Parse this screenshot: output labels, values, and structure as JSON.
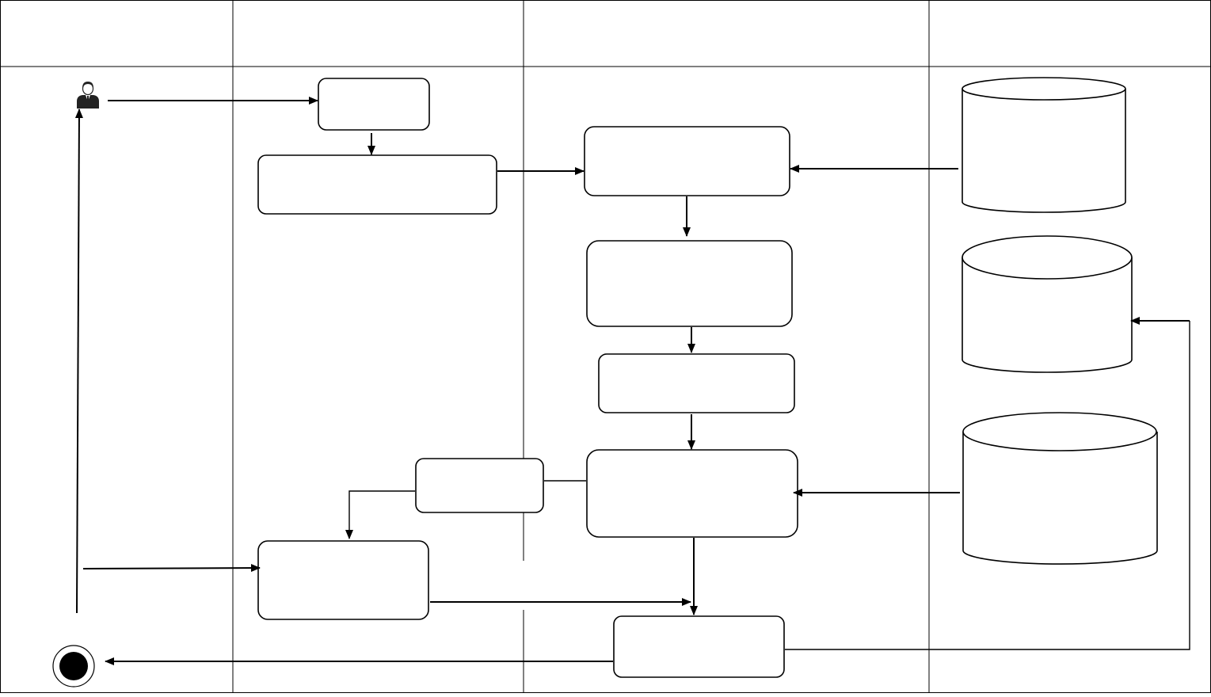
{
  "diagram": {
    "type": "activity-swimlane",
    "lanes": [
      {
        "id": "lane-1",
        "header": ""
      },
      {
        "id": "lane-2",
        "header": ""
      },
      {
        "id": "lane-3",
        "header": ""
      },
      {
        "id": "lane-4",
        "header": ""
      }
    ],
    "actor": {
      "icon": "user-icon"
    },
    "final_node": {
      "icon": "final-node-icon"
    },
    "nodes": [
      {
        "id": "n1",
        "label": "",
        "shape": "rounded-rect"
      },
      {
        "id": "n2",
        "label": "",
        "shape": "rounded-rect"
      },
      {
        "id": "n3",
        "label": "",
        "shape": "rounded-rect"
      },
      {
        "id": "n4",
        "label": "",
        "shape": "rounded-rect"
      },
      {
        "id": "n5",
        "label": "",
        "shape": "rounded-rect"
      },
      {
        "id": "n6",
        "label": "",
        "shape": "rounded-rect"
      },
      {
        "id": "n7",
        "label": "",
        "shape": "rounded-rect"
      },
      {
        "id": "n8",
        "label": "",
        "shape": "rounded-rect"
      },
      {
        "id": "n9",
        "label": "",
        "shape": "rounded-rect"
      },
      {
        "id": "db1",
        "label": "",
        "shape": "cylinder"
      },
      {
        "id": "db2",
        "label": "",
        "shape": "cylinder"
      },
      {
        "id": "db3",
        "label": "",
        "shape": "cylinder"
      }
    ],
    "edges": [
      {
        "from": "actor",
        "to": "n1"
      },
      {
        "from": "n1",
        "to": "n2"
      },
      {
        "from": "n2",
        "to": "n3"
      },
      {
        "from": "db1",
        "to": "n3"
      },
      {
        "from": "n3",
        "to": "n4"
      },
      {
        "from": "n4",
        "to": "n5"
      },
      {
        "from": "n5",
        "to": "n6"
      },
      {
        "from": "db3",
        "to": "n6"
      },
      {
        "from": "n6",
        "to": "n7"
      },
      {
        "from": "n7",
        "to": "n8"
      },
      {
        "from": "n6",
        "to": "n9"
      },
      {
        "from": "n8",
        "to": "n9"
      },
      {
        "from": "start",
        "to": "n8"
      },
      {
        "from": "start",
        "to": "actor"
      },
      {
        "from": "n9",
        "to": "final"
      },
      {
        "from": "n9",
        "to": "db2"
      }
    ]
  }
}
